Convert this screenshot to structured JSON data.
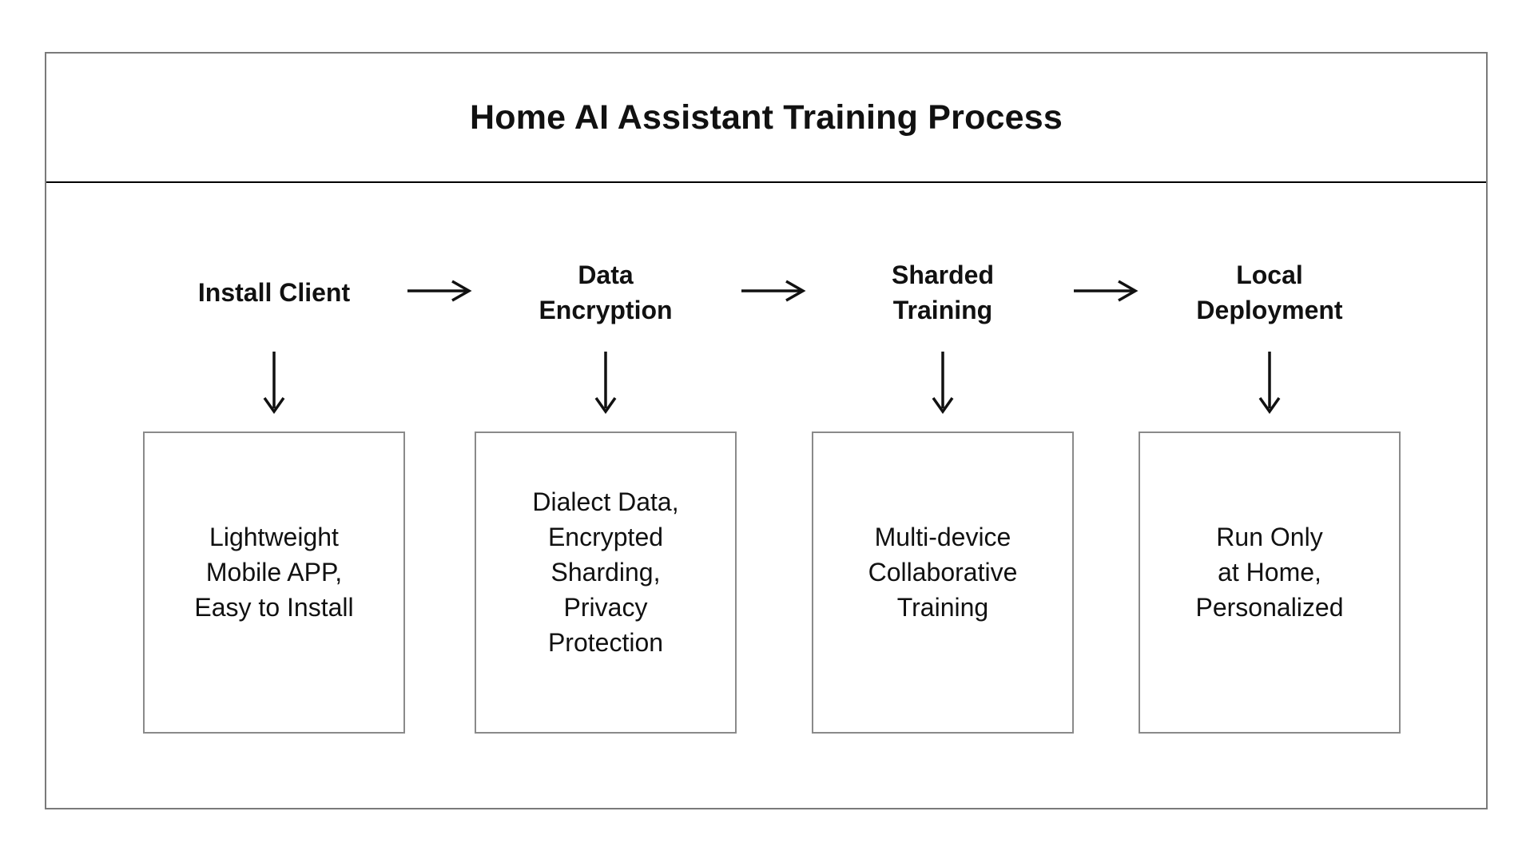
{
  "title": "Home AI Assistant Training Process",
  "flow": {
    "stages": [
      {
        "label": "Install Client",
        "detail": "Lightweight\nMobile APP,\nEasy to Install"
      },
      {
        "label": "Data\nEncryption",
        "detail": "Dialect Data,\nEncrypted\nSharding,\nPrivacy\nProtection"
      },
      {
        "label": "Sharded\nTraining",
        "detail": "Multi-device\nCollaborative\nTraining"
      },
      {
        "label": "Local\nDeployment",
        "detail": "Run Only\nat Home,\nPersonalized"
      }
    ]
  },
  "colors": {
    "background": "#ffffff",
    "frame_border": "#7a7a7a",
    "box_border": "#8a8a8a",
    "divider": "#000000",
    "text": "#111111",
    "arrow": "#111111"
  }
}
